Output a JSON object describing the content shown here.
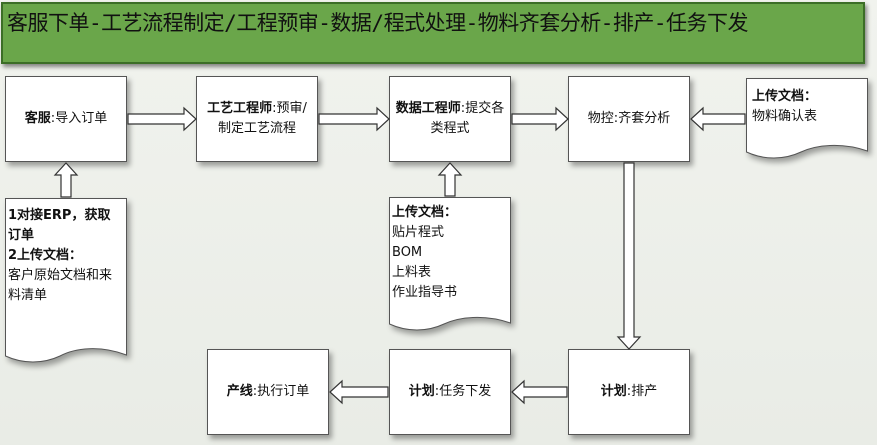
{
  "title": "客服下单-工艺流程制定/工程预审-数据/程式处理-物料齐套分析-排产-任务下发",
  "nodes": {
    "cs": {
      "role": "客服",
      "sep": ":",
      "text": "导入订单"
    },
    "process": {
      "role": "工艺工程师",
      "sep": ":",
      "text": "预审/制定工艺流程"
    },
    "data": {
      "role": "数据工程师",
      "sep": ":",
      "text": "提交各类程式"
    },
    "material": {
      "role": "物控",
      "sep": ":",
      "text": "齐套分析"
    },
    "plan": {
      "role": "计划",
      "sep": ":",
      "text": "排产"
    },
    "dispatch": {
      "role": "计划",
      "sep": ":",
      "text": "任务下发"
    },
    "line": {
      "role": "产线",
      "sep": ":",
      "text": "执行订单"
    }
  },
  "docs": {
    "cs_doc": {
      "l1": "1对接ERP，获取订单",
      "l2": "2上传文档：",
      "l3": "客户原始文档和来料清单"
    },
    "data_doc": {
      "heading": "上传文档：",
      "items": [
        "贴片程式",
        "BOM",
        "上料表",
        "作业指导书"
      ]
    },
    "material_doc": {
      "heading": "上传文档：",
      "item": "物料确认表"
    }
  },
  "colors": {
    "title_bg": "#6aa64a",
    "title_border": "#3c6e27",
    "box_border": "#555555",
    "arrow": "#333333"
  }
}
